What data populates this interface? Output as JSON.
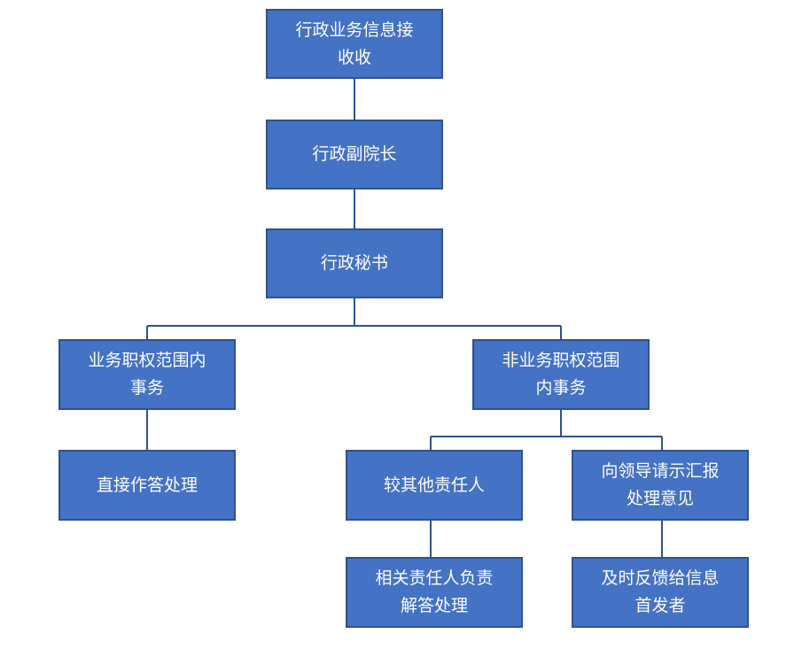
{
  "diagram": {
    "nodes": {
      "intake": "行政业务信息接\n收收",
      "vp": "行政副院长",
      "secretary": "行政秘书",
      "in_scope": "业务职权范围内\n事务",
      "out_scope": "非业务职权范围\n内事务",
      "direct_answer": "直接作答处理",
      "other_person": "较其他责任人",
      "report_leader": "向领导请示汇报\n处理意见",
      "responsible_answer": "相关责任人负责\n解答处理",
      "feedback": "及时反馈给信息\n首发者"
    },
    "colors": {
      "box_fill": "#4472c4",
      "box_border": "#2f528f",
      "connector": "#2f528f",
      "text": "#ffffff"
    }
  }
}
